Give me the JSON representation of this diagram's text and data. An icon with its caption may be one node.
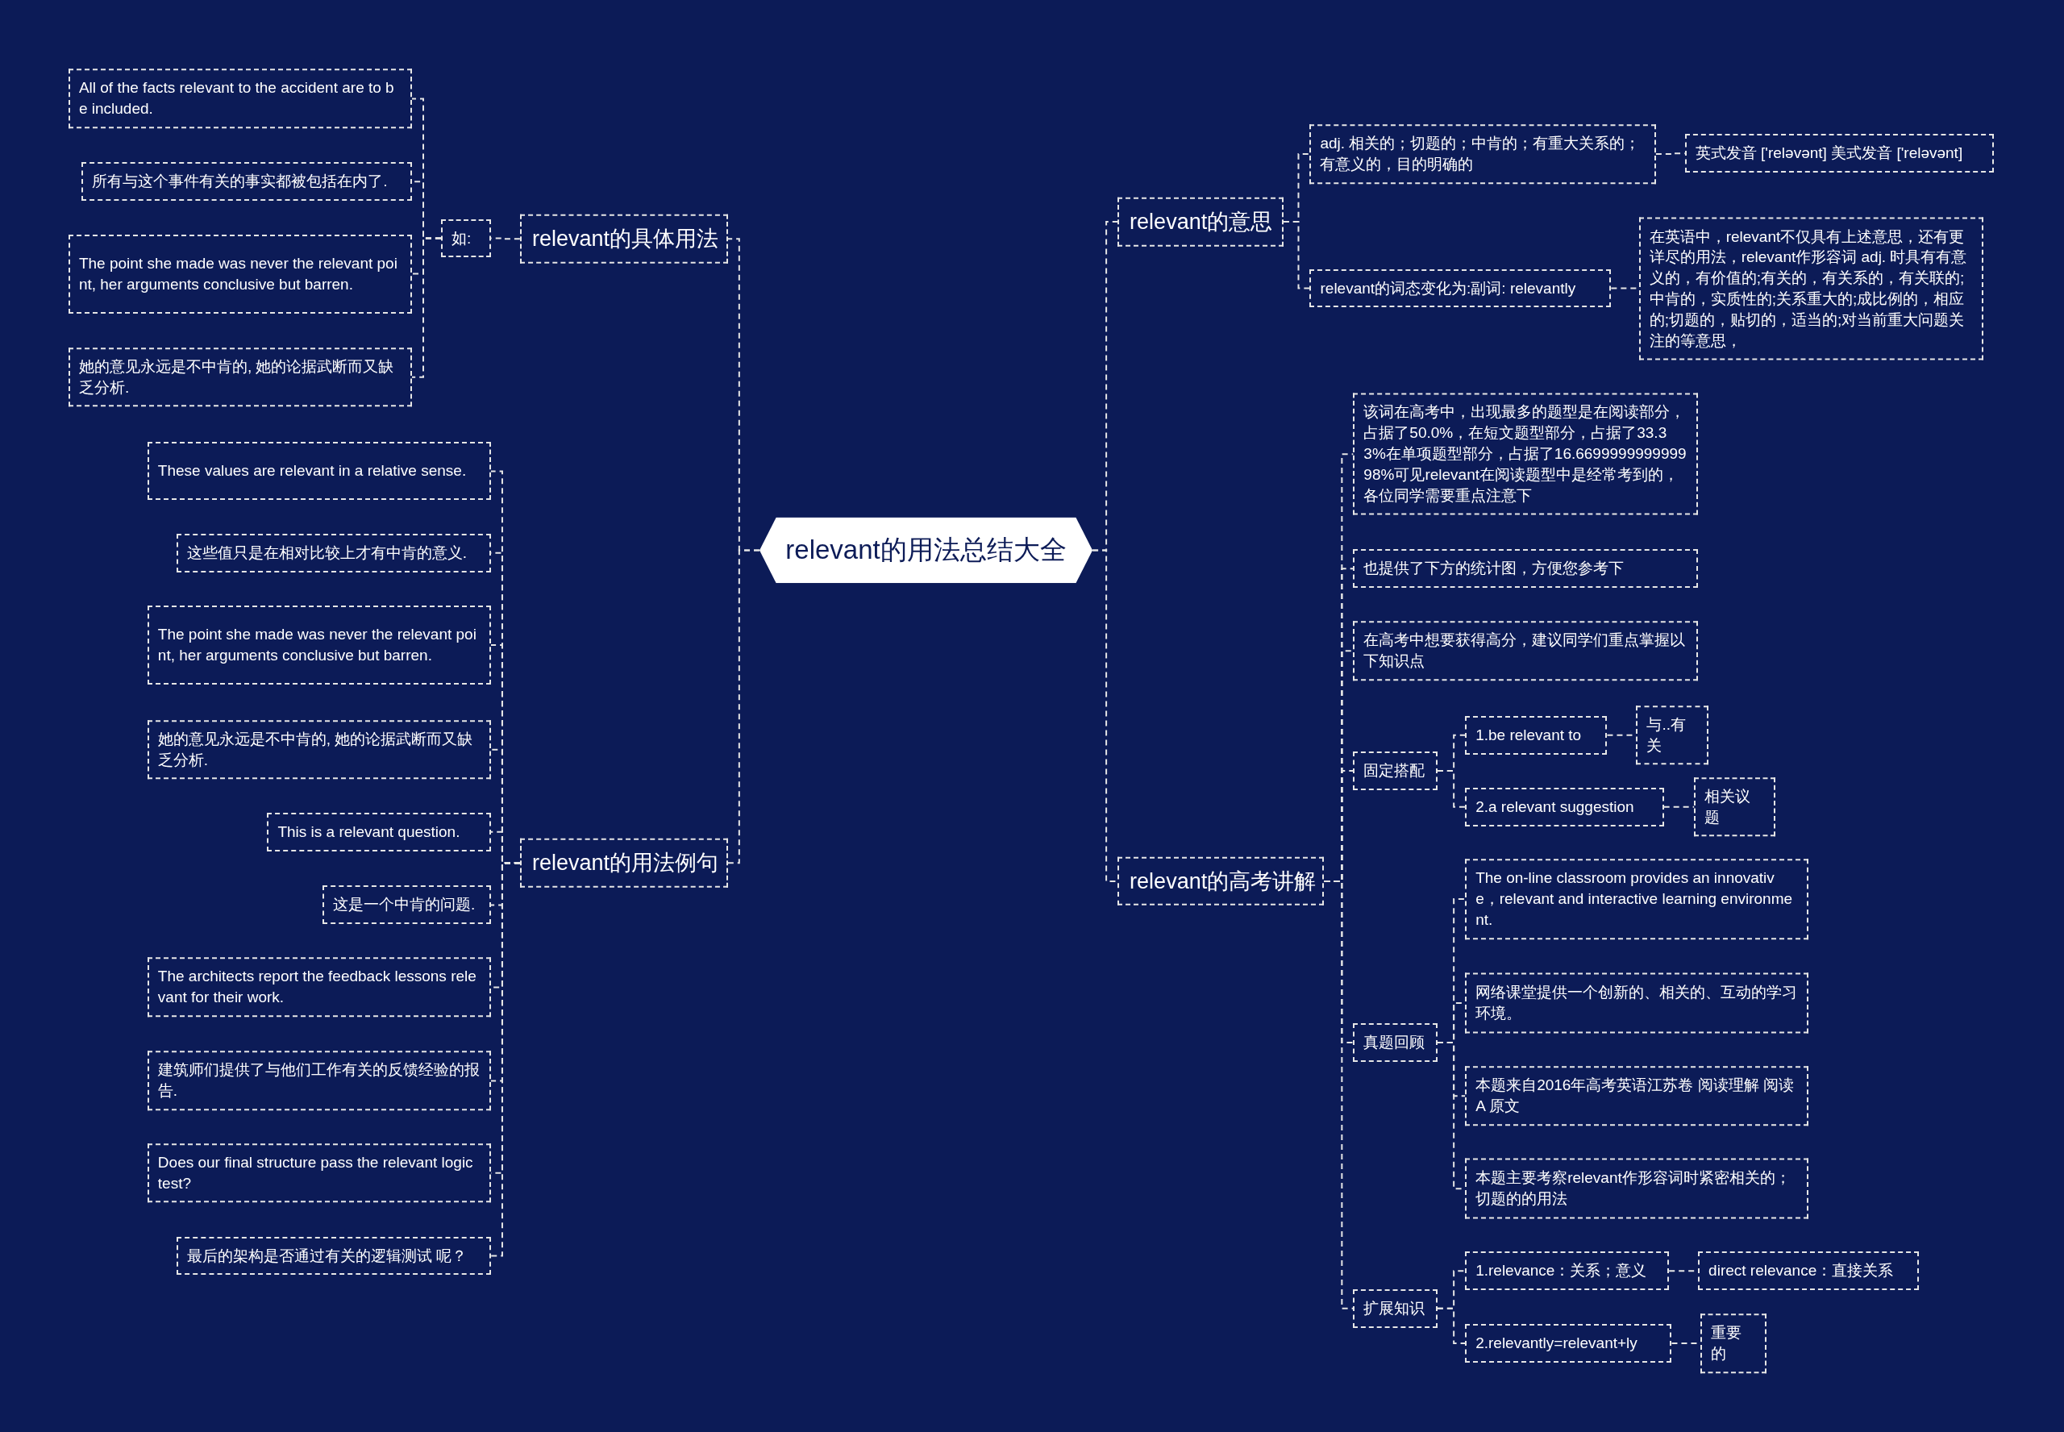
{
  "diagram": {
    "nodes": [
      {
        "text": [
          "relevant的用法总结大全"
        ]
      },
      {
        "text": [
          "relevant的具体用法"
        ]
      },
      {
        "text": [
          "如:"
        ]
      },
      {
        "text": [
          "All of the facts relevant to the accident are to be included."
        ]
      },
      {
        "text": [
          "所有与这个事件有关的事实都被包括在内了."
        ]
      },
      {
        "text": [
          "The point she made was never the relevant point, her arguments conclusive but barren."
        ]
      },
      {
        "text": [
          "她的意见永远是不中肯的, 她的论据武断而又缺乏分析."
        ]
      },
      {
        "text": [
          "relevant的用法例句"
        ]
      },
      {
        "text": [
          "These values are relevant in a relative sense."
        ]
      },
      {
        "text": [
          "这些值只是在相对比较上才有中肯的意义."
        ]
      },
      {
        "text": [
          "The point she made was never the relevant point, her arguments conclusive but barren."
        ]
      },
      {
        "text": [
          "她的意见永远是不中肯的, 她的论据武断而又缺乏分析."
        ]
      },
      {
        "text": [
          "This is a relevant question."
        ]
      },
      {
        "text": [
          "这是一个中肯的问题."
        ]
      },
      {
        "text": [
          "The architects report the feedback lessons relevant for their work."
        ]
      },
      {
        "text": [
          "建筑师们提供了与他们工作有关的反馈经验的报告."
        ]
      },
      {
        "text": [
          "Does our final structure pass the relevant logic test?"
        ]
      },
      {
        "text": [
          "最后的架构是否通过有关的逻辑测试 呢？"
        ]
      },
      {
        "text": [
          "relevant的意思"
        ]
      },
      {
        "text": [
          "adj. 相关的；切题的；中肯的；有重大关系的；有意义的，目的明确的"
        ]
      },
      {
        "text": [
          "英式发音 ['reləvənt] 美式发音 ['reləvənt]"
        ]
      },
      {
        "text": [
          "relevant的词态变化为:副词: relevantly"
        ]
      },
      {
        "text": [
          "在英语中，relevant不仅具有上述意思，还有更详尽的用法，relevant作形容词 adj. 时具有有意义的，有价值的;有关的，有关系的，有关联的;中肯的，实质性的;关系重大的;成比例的，相应的;切题的，贴切的，适当的;对当前重大问题关注的等意思，"
        ]
      },
      {
        "text": [
          "relevant的高考讲解"
        ]
      },
      {
        "text": [
          "该词在高考中，出现最多的题型是在阅读部分，占据了50.0%，在短文题型部分，占据了33.33%在单项题型部分，占据了16.669999999999998%可见relevant在阅读题型中是经常考到的，各位同学需要重点注意下"
        ]
      },
      {
        "text": [
          "也提供了下方的统计图，方便您参考下"
        ]
      },
      {
        "text": [
          "在高考中想要获得高分，建议同学们重点掌握以下知识点"
        ]
      },
      {
        "text": [
          "固定搭配"
        ]
      },
      {
        "text": [
          "1.be relevant to"
        ]
      },
      {
        "text": [
          "与..有关"
        ]
      },
      {
        "text": [
          "2.a relevant suggestion"
        ]
      },
      {
        "text": [
          "相关议题"
        ]
      },
      {
        "text": [
          "真题回顾"
        ]
      },
      {
        "text": [
          "The on-line classroom provides an innovative，relevant and interactive learning environment."
        ]
      },
      {
        "text": [
          "网络课堂提供一个创新的、相关的、互动的学习环境。"
        ]
      },
      {
        "text": [
          "本题来自2016年高考英语江苏卷 阅读理解 阅读A 原文"
        ]
      },
      {
        "text": [
          "本题主要考察relevant作形容词时紧密相关的；切题的的用法"
        ]
      },
      {
        "text": [
          "扩展知识"
        ]
      },
      {
        "text": [
          "1.relevance：关系；意义"
        ]
      },
      {
        "text": [
          "direct relevance：直接关系"
        ]
      },
      {
        "text": [
          "2.relevantly=relevant+ly"
        ]
      },
      {
        "text": [
          "重要的"
        ]
      }
    ],
    "edges": [
      {
        "from": 0,
        "to": 1,
        "arrow": "none"
      },
      {
        "from": 0,
        "to": 7,
        "arrow": "none"
      },
      {
        "from": 0,
        "to": 18,
        "arrow": "none"
      },
      {
        "from": 0,
        "to": 23,
        "arrow": "none"
      },
      {
        "from": 1,
        "to": 2,
        "arrow": "none"
      },
      {
        "from": 2,
        "to": 3,
        "arrow": "none"
      },
      {
        "from": 2,
        "to": 4,
        "arrow": "none"
      },
      {
        "from": 2,
        "to": 5,
        "arrow": "none"
      },
      {
        "from": 2,
        "to": 6,
        "arrow": "none"
      },
      {
        "from": 7,
        "to": 8,
        "arrow": "none"
      },
      {
        "from": 7,
        "to": 9,
        "arrow": "none"
      },
      {
        "from": 7,
        "to": 10,
        "arrow": "none"
      },
      {
        "from": 7,
        "to": 11,
        "arrow": "none"
      },
      {
        "from": 7,
        "to": 12,
        "arrow": "none"
      },
      {
        "from": 7,
        "to": 13,
        "arrow": "none"
      },
      {
        "from": 7,
        "to": 14,
        "arrow": "none"
      },
      {
        "from": 7,
        "to": 15,
        "arrow": "none"
      },
      {
        "from": 7,
        "to": 16,
        "arrow": "none"
      },
      {
        "from": 7,
        "to": 17,
        "arrow": "none"
      },
      {
        "from": 18,
        "to": 19,
        "arrow": "none"
      },
      {
        "from": 18,
        "to": 21,
        "arrow": "none"
      },
      {
        "from": 19,
        "to": 20,
        "arrow": "none"
      },
      {
        "from": 21,
        "to": 22,
        "arrow": "none"
      },
      {
        "from": 23,
        "to": 24,
        "arrow": "none"
      },
      {
        "from": 23,
        "to": 25,
        "arrow": "none"
      },
      {
        "from": 23,
        "to": 26,
        "arrow": "none"
      },
      {
        "from": 23,
        "to": 27,
        "arrow": "none"
      },
      {
        "from": 23,
        "to": 32,
        "arrow": "none"
      },
      {
        "from": 23,
        "to": 37,
        "arrow": "none"
      },
      {
        "from": 27,
        "to": 28,
        "arrow": "none"
      },
      {
        "from": 27,
        "to": 30,
        "arrow": "none"
      },
      {
        "from": 28,
        "to": 29,
        "arrow": "none"
      },
      {
        "from": 30,
        "to": 31,
        "arrow": "none"
      },
      {
        "from": 32,
        "to": 33,
        "arrow": "none"
      },
      {
        "from": 32,
        "to": 34,
        "arrow": "none"
      },
      {
        "from": 32,
        "to": 35,
        "arrow": "none"
      },
      {
        "from": 32,
        "to": 36,
        "arrow": "none"
      },
      {
        "from": 37,
        "to": 38,
        "arrow": "none"
      },
      {
        "from": 37,
        "to": 40,
        "arrow": "none"
      },
      {
        "from": 38,
        "to": 39,
        "arrow": "none"
      },
      {
        "from": 40,
        "to": 41,
        "arrow": "none"
      }
    ]
  }
}
